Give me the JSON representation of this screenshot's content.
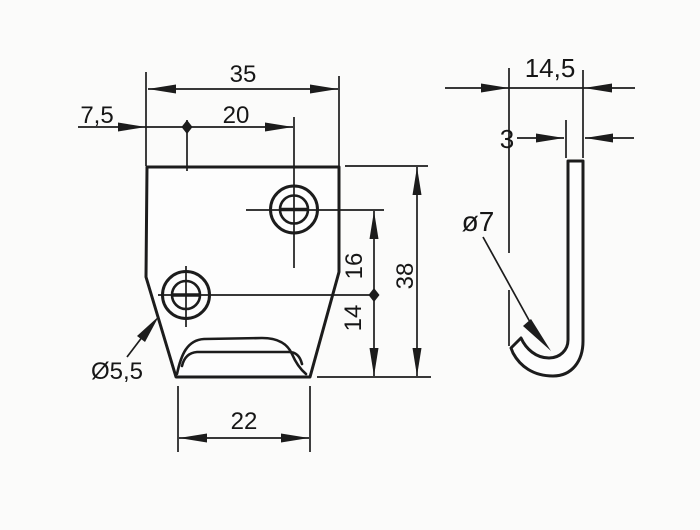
{
  "views": {
    "front": {
      "dim_overall_width": "35",
      "dim_hole_edge_offset": "7,5",
      "dim_hole_pitch_horizontal": "20",
      "dim_hole_pitch_vertical": "16",
      "dim_overall_height": "38",
      "dim_hole_to_bottom": "14",
      "dim_bottom_width": "22",
      "label_hole_diameter": "Ø5,5"
    },
    "side": {
      "dim_profile_width": "14,5",
      "dim_material_thickness": "3",
      "label_hook_diameter": "ø7"
    }
  },
  "colors": {
    "line": "#1c1c1c",
    "background": "#fbfbfa"
  }
}
